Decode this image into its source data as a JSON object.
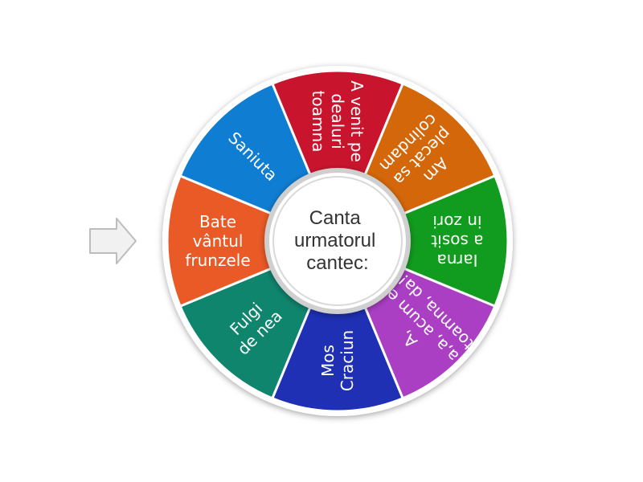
{
  "wheel": {
    "center_label": [
      "Canta",
      "urmatorul",
      "cantec:"
    ],
    "segments": [
      {
        "label": [
          "A venit pe",
          "dealuri",
          "toamna"
        ],
        "color": "#c8152d"
      },
      {
        "label": [
          "Am",
          "plecat sa",
          "colindam"
        ],
        "color": "#d4670a"
      },
      {
        "label": [
          "Iarna",
          "a sosit",
          "in zori"
        ],
        "color": "#129c1f"
      },
      {
        "label": [
          "A,",
          "a,a, acum e",
          "toamna, da!"
        ],
        "color": "#aa3fc4"
      },
      {
        "label": [
          "Mos",
          "Craciun"
        ],
        "color": "#1f30b4"
      },
      {
        "label": [
          "Fulgi",
          "de nea"
        ],
        "color": "#10856d"
      },
      {
        "label": [
          "Bate",
          "vântul",
          "frunzele"
        ],
        "color": "#ea5a26"
      },
      {
        "label": [
          "Saniuta"
        ],
        "color": "#0f7dd1"
      }
    ]
  },
  "pointer": {
    "icon": "arrow-right-icon"
  }
}
